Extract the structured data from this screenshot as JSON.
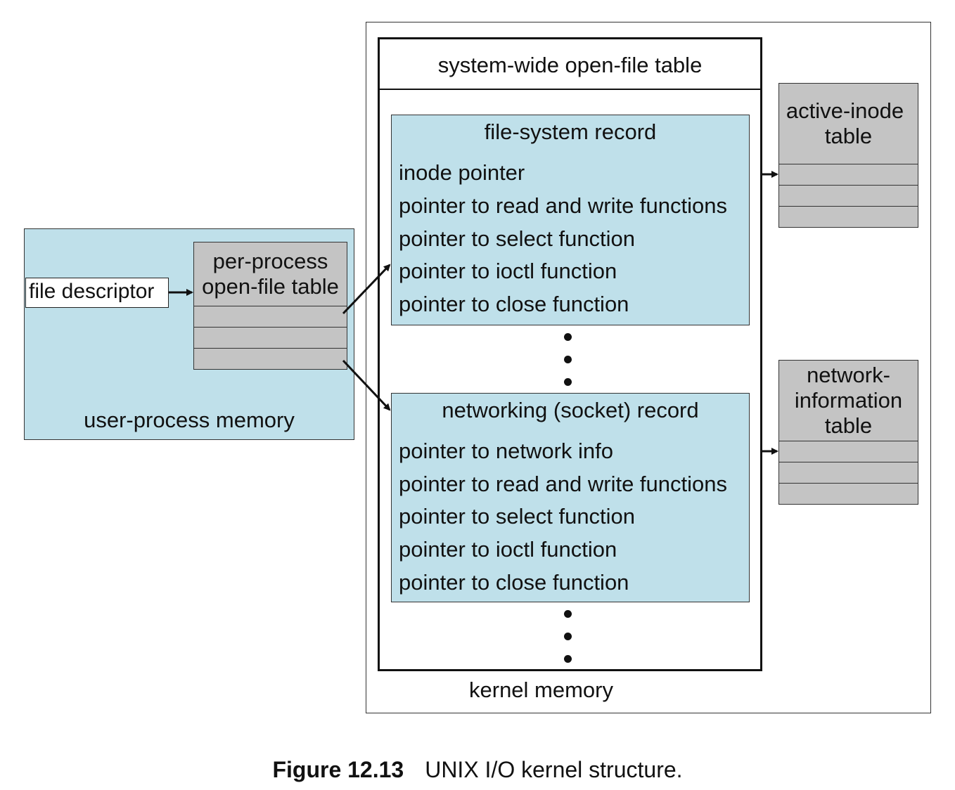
{
  "user_process": {
    "region_label": "user-process memory",
    "file_descriptor": "file descriptor",
    "per_process_table": [
      "per-process",
      "open-file table"
    ]
  },
  "kernel": {
    "region_label": "kernel memory",
    "system_table_title": "system-wide open-file table",
    "file_system_record": {
      "title": "file-system record",
      "fields": [
        "inode pointer",
        "pointer to read and write functions",
        "pointer to select function",
        "pointer to ioctl function",
        "pointer to close function"
      ]
    },
    "networking_record": {
      "title": "networking (socket) record",
      "fields": [
        "pointer to network info",
        "pointer to read and write functions",
        "pointer to select function",
        "pointer to ioctl function",
        "pointer to close function"
      ]
    },
    "active_inode_table": [
      "active-inode",
      "table"
    ],
    "network_info_table": [
      "network-",
      "information",
      "table"
    ]
  },
  "caption": {
    "label": "Figure 12.13",
    "text": "UNIX I/O kernel structure."
  },
  "colors": {
    "record_fill": "#bfe0ea",
    "table_fill": "#c4c4c4",
    "stroke": "#111111"
  }
}
